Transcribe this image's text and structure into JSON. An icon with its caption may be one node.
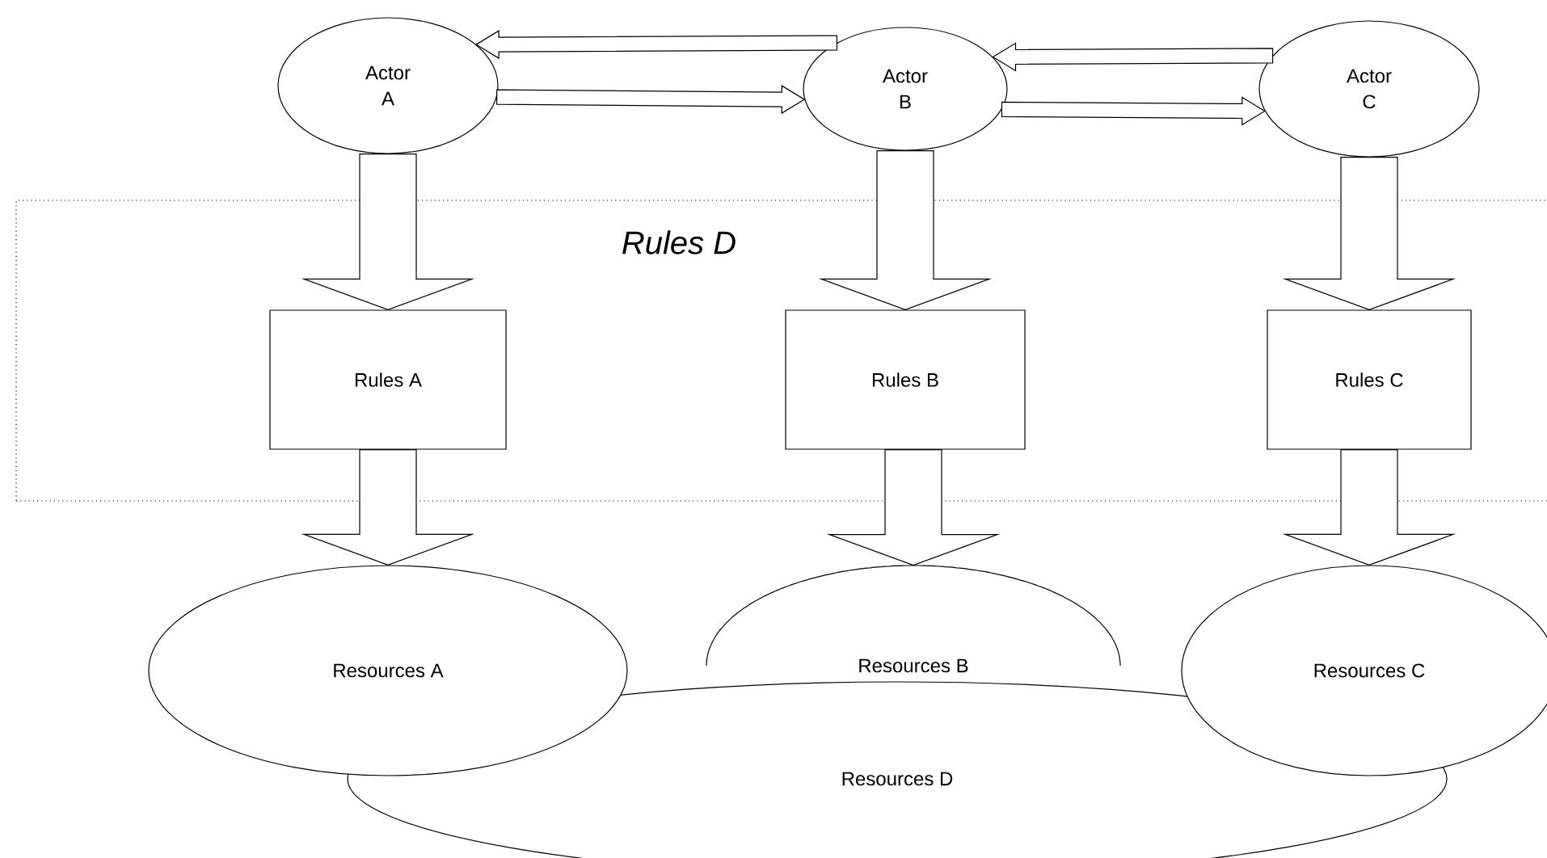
{
  "diagram": {
    "nodes": [
      {
        "text": [
          "Rules D"
        ]
      },
      {
        "text": [
          "Actor A"
        ]
      },
      {
        "text": [
          "Actor B"
        ]
      },
      {
        "text": [
          "Actor C"
        ]
      },
      {
        "text": [
          "Rules A"
        ],
        "in": 0
      },
      {
        "text": [
          "Rules B"
        ],
        "in": 0
      },
      {
        "text": [
          "Rules C"
        ],
        "in": 0
      },
      {
        "text": [
          "Resources A"
        ]
      },
      {
        "text": [
          "Resources B"
        ]
      },
      {
        "text": [
          "Resources C"
        ]
      },
      {
        "text": [
          "Resources D"
        ]
      }
    ],
    "edges": [
      {
        "from": 2,
        "to": 1,
        "arrow": "to"
      },
      {
        "from": 1,
        "to": 2,
        "arrow": "to"
      },
      {
        "from": 3,
        "to": 2,
        "arrow": "to"
      },
      {
        "from": 2,
        "to": 3,
        "arrow": "to"
      },
      {
        "from": 1,
        "to": 4,
        "arrow": "to"
      },
      {
        "from": 2,
        "to": 5,
        "arrow": "to"
      },
      {
        "from": 3,
        "to": 6,
        "arrow": "to"
      },
      {
        "from": 4,
        "to": 7,
        "arrow": "to"
      },
      {
        "from": 5,
        "to": 8,
        "arrow": "to"
      },
      {
        "from": 6,
        "to": 9,
        "arrow": "to"
      }
    ]
  }
}
